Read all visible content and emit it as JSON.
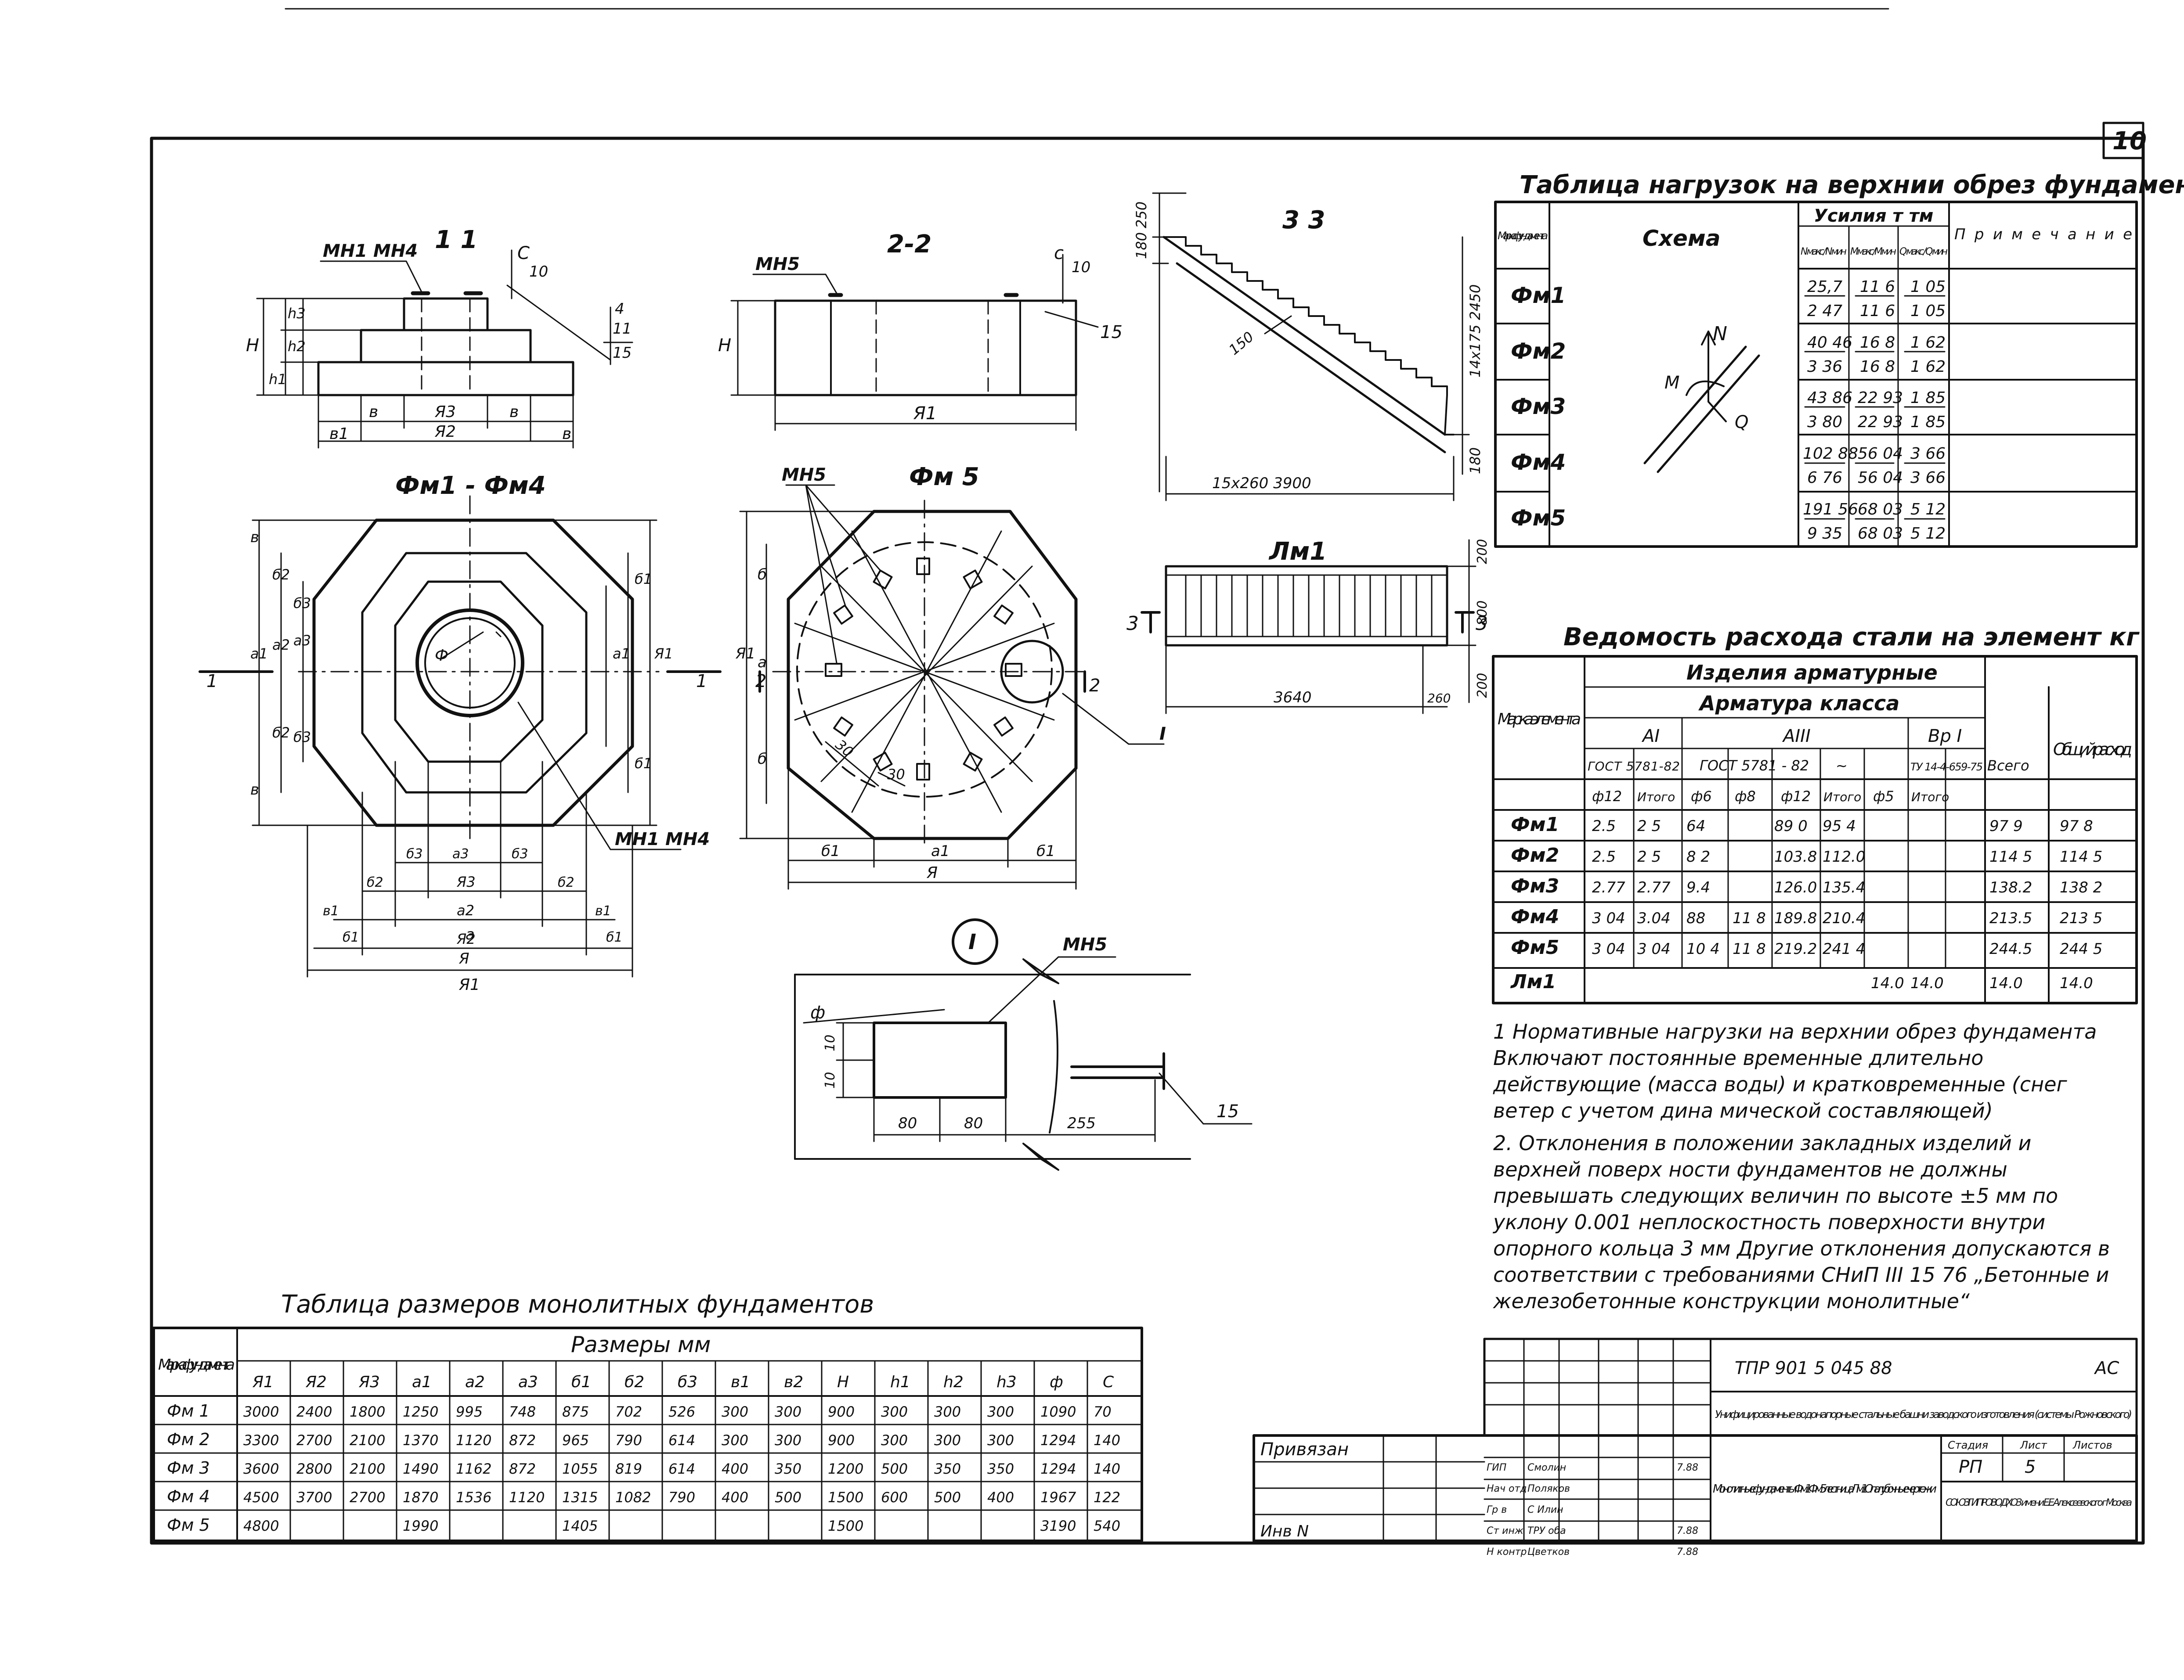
{
  "sheet_number": "10",
  "views": {
    "sec11": {
      "title": "1 1",
      "mark": "МН1 МН4",
      "c": "С",
      "d10": "10",
      "n4": "4",
      "n11": "11",
      "n15": "15",
      "h": "Н",
      "h1": "h1",
      "h2": "h2",
      "h3": "h3",
      "v": "в",
      "a3": "Я3",
      "a2": "Я2",
      "v1": "в1"
    },
    "sec22": {
      "title": "2-2",
      "mark": "МН5",
      "c": "с",
      "d10": "10",
      "n15": "15",
      "h": "Н",
      "a1": "Я1"
    },
    "sec33": {
      "title": "3 3",
      "d250": "250",
      "d180": "180",
      "d150": "150",
      "d14x175": "14x175 2450",
      "d15x260": "15x260 3900",
      "d180b": "180"
    },
    "plan14": {
      "title": "Фм1 - Фм4",
      "mark": "МН1 МН4",
      "dia": "Ф",
      "cut": "1",
      "labels_left": [
        "в",
        "б2",
        "б3",
        "а3",
        "а2",
        "а1",
        "б3",
        "б2",
        "в"
      ],
      "labels_right": [
        "б1",
        "а1",
        "Я1",
        "б1"
      ],
      "labels_bottom": [
        "б3",
        "а3",
        "б3",
        "Я3",
        "б2",
        "а2",
        "б2",
        "Я2",
        "в1",
        "Я",
        "в1",
        "б1",
        "а",
        "б1",
        "Я1"
      ]
    },
    "plan5": {
      "title": "Фм 5",
      "mark": "МН5",
      "cut": "2",
      "roman": "I",
      "n30a": "30",
      "n30b": "30",
      "labels_left": [
        "б",
        "а",
        "б",
        "Я1"
      ],
      "labels_bottom": [
        "б1",
        "а1",
        "б1",
        "Я"
      ]
    },
    "lm1": {
      "title": "Лм1",
      "cut": "3",
      "d200a": "200",
      "d800": "800",
      "d200b": "200",
      "d3640": "3640",
      "d260": "260"
    },
    "detail1": {
      "title": "I",
      "mark": "МН5",
      "phi": "ф",
      "d10a": "10",
      "d10b": "10",
      "d80a": "80",
      "d80b": "80",
      "d255": "255",
      "n15": "15"
    }
  },
  "loads_table": {
    "title": "Таблица нагрузок на верхнии обрез фундамента",
    "h_mark": "Марка фундамента",
    "h_scheme": "Схема",
    "h_forces": "Усилия т тм",
    "h_n": "N макс / N мин",
    "h_m": "М макс / М мин",
    "h_q": "Q макс / Q мин",
    "h_note": "Примечание",
    "scheme_labels": {
      "n": "N",
      "m": "М",
      "q": "Q"
    },
    "rows": [
      {
        "mark": "Фм1",
        "n_max": "25,7",
        "n_min": "2 47",
        "m_max": "11 6",
        "m_min": "11 6",
        "q_max": "1 05",
        "q_min": "1 05"
      },
      {
        "mark": "Фм2",
        "n_max": "40 46",
        "n_min": "3 36",
        "m_max": "16 8",
        "m_min": "16 8",
        "q_max": "1 62",
        "q_min": "1 62"
      },
      {
        "mark": "Фм3",
        "n_max": "43 86",
        "n_min": "3 80",
        "m_max": "22 93",
        "m_min": "22 93",
        "q_max": "1 85",
        "q_min": "1 85"
      },
      {
        "mark": "Фм4",
        "n_max": "102 88",
        "n_min": "6 76",
        "m_max": "56 04",
        "m_min": "56 04",
        "q_max": "3 66",
        "q_min": "3 66"
      },
      {
        "mark": "Фм5",
        "n_max": "191 56",
        "n_min": "9 35",
        "m_max": "68 03",
        "m_min": "68 03",
        "q_max": "5 12",
        "q_min": "5 12"
      }
    ]
  },
  "steel_table": {
    "title": "Ведомость расхода стали на элемент кг",
    "h_mark": "Марка элемента",
    "h_products": "Изделия арматурные",
    "h_class": "Арматура класса",
    "h_a1": "АI",
    "h_a3": "АIII",
    "h_bp1": "Вр I",
    "h_gost1": "ГОСТ 5781-82",
    "h_gost2": "ГОСТ 5781 - 82",
    "h_tilde": "~",
    "h_tu": "ТУ 14-4-659-75",
    "h_total": "Всего",
    "h_common": "Общий расход",
    "cols": [
      "ф12",
      "Итого",
      "ф6",
      "ф8",
      "ф12",
      "Итого",
      "ф5",
      "Итого"
    ],
    "rows": [
      {
        "mark": "Фм1",
        "cells": [
          "2.5",
          "2 5",
          "64",
          "",
          "89 0",
          "95 4",
          "",
          ""
        ],
        "total": "97 9",
        "common": "97 8"
      },
      {
        "mark": "Фм2",
        "cells": [
          "2.5",
          "2 5",
          "8 2",
          "",
          "103.8",
          "112.0",
          "",
          ""
        ],
        "total": "114 5",
        "common": "114 5"
      },
      {
        "mark": "Фм3",
        "cells": [
          "2.77",
          "2.77",
          "9.4",
          "",
          "126.0",
          "135.4",
          "",
          ""
        ],
        "total": "138.2",
        "common": "138 2"
      },
      {
        "mark": "Фм4",
        "cells": [
          "3 04",
          "3.04",
          "88",
          "11 8",
          "189.8",
          "210.4",
          "",
          ""
        ],
        "total": "213.5",
        "common": "213 5"
      },
      {
        "mark": "Фм5",
        "cells": [
          "3 04",
          "3 04",
          "10 4",
          "11 8",
          "219.2",
          "241 4",
          "",
          ""
        ],
        "total": "244.5",
        "common": "244 5"
      },
      {
        "mark": "Лм1",
        "cells": [
          "",
          "",
          "",
          "",
          "",
          "",
          "14.0",
          "14.0"
        ],
        "total": "14.0",
        "common": "14.0"
      }
    ]
  },
  "notes": [
    "1 Нормативные нагрузки на верхнии обрез фундамента Включают постоянные временные длительно действующие (масса воды) и кратковременные (снег ветер с учетом дина мической составляющей)",
    "2. Отклонения в положении закладных изделий и верхней поверх ности фундаментов не должны превышать следующих величин по высоте ±5 мм по уклону 0.001 неплоскостность поверхности внутри опорного кольца 3 мм Другие отклонения допускаются в соответствии с требованиями СНиП III 15 76 „Бетонные и железобетонные конструкции монолитные“"
  ],
  "dims_table": {
    "title": "Таблица размеров монолитных фундаментов",
    "h_mark": "Марка фундамента",
    "h_sizes": "Размеры мм",
    "cols": [
      "Я1",
      "Я2",
      "Я3",
      "а1",
      "а2",
      "а3",
      "б1",
      "б2",
      "б3",
      "в1",
      "в2",
      "Н",
      "h1",
      "h2",
      "h3",
      "ф",
      "С"
    ],
    "rows": [
      {
        "mark": "Фм 1",
        "cells": [
          "3000",
          "2400",
          "1800",
          "1250",
          "995",
          "748",
          "875",
          "702",
          "526",
          "300",
          "300",
          "900",
          "300",
          "300",
          "300",
          "1090",
          "70"
        ]
      },
      {
        "mark": "Фм 2",
        "cells": [
          "3300",
          "2700",
          "2100",
          "1370",
          "1120",
          "872",
          "965",
          "790",
          "614",
          "300",
          "300",
          "900",
          "300",
          "300",
          "300",
          "1294",
          "140"
        ]
      },
      {
        "mark": "Фм 3",
        "cells": [
          "3600",
          "2800",
          "2100",
          "1490",
          "1162",
          "872",
          "1055",
          "819",
          "614",
          "400",
          "350",
          "1200",
          "500",
          "350",
          "350",
          "1294",
          "140"
        ]
      },
      {
        "mark": "Фм 4",
        "cells": [
          "4500",
          "3700",
          "2700",
          "1870",
          "1536",
          "1120",
          "1315",
          "1082",
          "790",
          "400",
          "500",
          "1500",
          "600",
          "500",
          "400",
          "1967",
          "122"
        ]
      },
      {
        "mark": "Фм 5",
        "cells": [
          "4800",
          "",
          "",
          "1990",
          "",
          "",
          "1405",
          "",
          "",
          "",
          "",
          "1500",
          "",
          "",
          "",
          "3190",
          "540"
        ]
      }
    ]
  },
  "title_block": {
    "bound": "Привязан",
    "inv": "Инв N",
    "code": "ТПР 901 5 045 88",
    "stage_code": "АС",
    "project": "Унифицированные водонапорные стальные башни заводского изготовления (системы Рожновского)",
    "sheet_title": "Монолитные фундаменты Фм1 Фм5 лестница Лм1 Опалубочные чертежи",
    "stage_h": "Стадия",
    "sheet_h": "Лист",
    "sheets_h": "Листов",
    "stage": "РП",
    "sheet": "5",
    "org": "СОЮЗГИПРОВОДХОЗ имени Е.Е.Алексеевского г Москва",
    "roles": [
      "ГИП",
      "Нач отд",
      "Гр в",
      "Ст инж",
      "Н контр"
    ],
    "names": [
      "Смолин",
      "Поляков",
      "С Илин",
      "ТРУ оба",
      "Цветков"
    ],
    "dates": [
      "7.88",
      "",
      "",
      "7.88",
      "7.88"
    ]
  }
}
